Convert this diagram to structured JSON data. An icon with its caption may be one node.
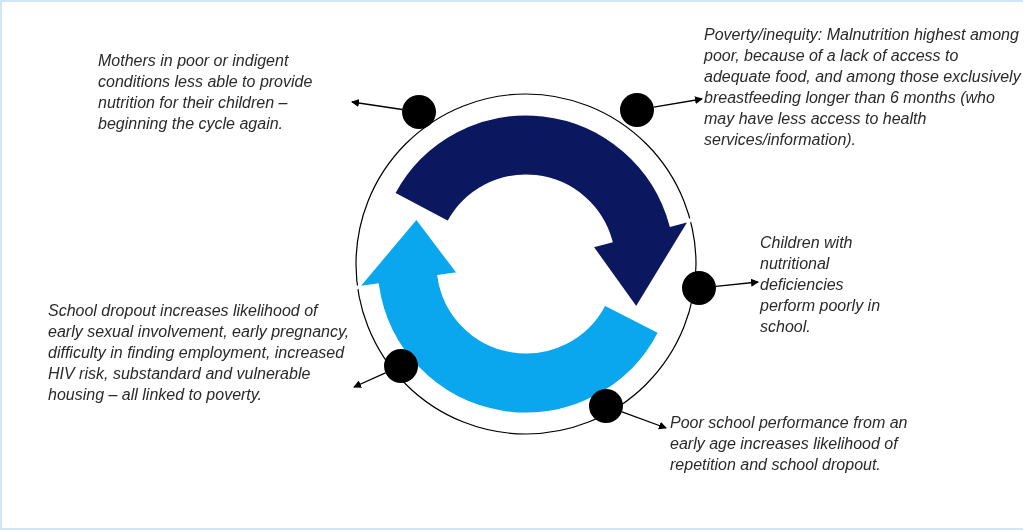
{
  "diagram": {
    "nodes": [
      {
        "text": [
          "Mothers in poor or indigent conditions less able to provide nutrition for their children – beginning the cycle again."
        ]
      },
      {
        "text": [],
        "shape": "circle"
      },
      {
        "text": [],
        "shape": "circle"
      },
      {
        "text": [
          "Poverty/inequity: Malnutrition highest among poor, because of a lack of access to adequate food, and among those exclusively breastfeeding longer than 6 months (who may have less access to health services/information)."
        ]
      },
      {
        "text": [],
        "shape": "circle"
      },
      {
        "text": [
          "Children with nutritional deficiencies perform poorly in school."
        ]
      },
      {
        "text": [
          "School dropout increases likelihood of early sexual involvement, early pregnancy, difficulty in finding employment, increased HIV risk, substandard and vulnerable housing – all linked to poverty."
        ]
      },
      {
        "text": [],
        "shape": "circle"
      },
      {
        "text": [],
        "shape": "circle"
      },
      {
        "text": [
          "Poor school performance from an early age increases likelihood of repetition and school dropout."
        ]
      }
    ],
    "edges": [
      {
        "from": 1,
        "to": 0,
        "arrow": "to"
      },
      {
        "from": 2,
        "to": 3,
        "arrow": "to"
      },
      {
        "from": 4,
        "to": 5,
        "arrow": "to"
      },
      {
        "from": 7,
        "to": 6,
        "arrow": "to"
      },
      {
        "from": 8,
        "to": 9,
        "arrow": "to"
      }
    ]
  }
}
